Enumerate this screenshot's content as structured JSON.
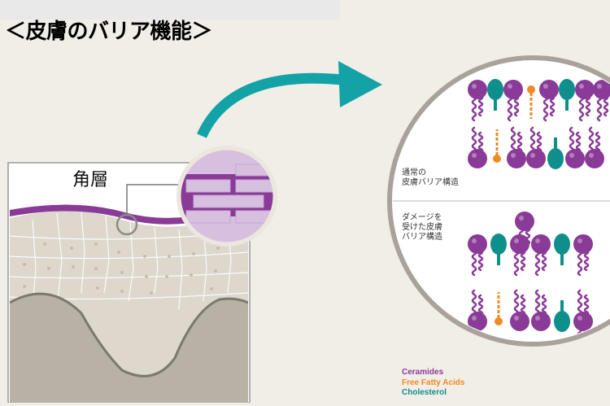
{
  "title": "＜皮膚のバリア機能＞",
  "left_panel": {
    "label": "角層"
  },
  "right_panel": {
    "normal_label": [
      "通常の",
      "皮膚バリア構造"
    ],
    "damaged_label": [
      "ダメージを",
      "受けた皮膚",
      "バリア構造"
    ]
  },
  "legend": [
    {
      "label": "Ceramides",
      "color": "#8a3a97"
    },
    {
      "label": "Free Fatty Acids",
      "color": "#f08a24"
    },
    {
      "label": "Cholesterol",
      "color": "#0f8f8c"
    }
  ],
  "colors": {
    "purple": "#8a3a97",
    "orange": "#f08a24",
    "teal": "#0f8f8c",
    "arrow": "#13a3a6",
    "skin": "#ddd7cc",
    "dermis": "#b7b1a6"
  }
}
